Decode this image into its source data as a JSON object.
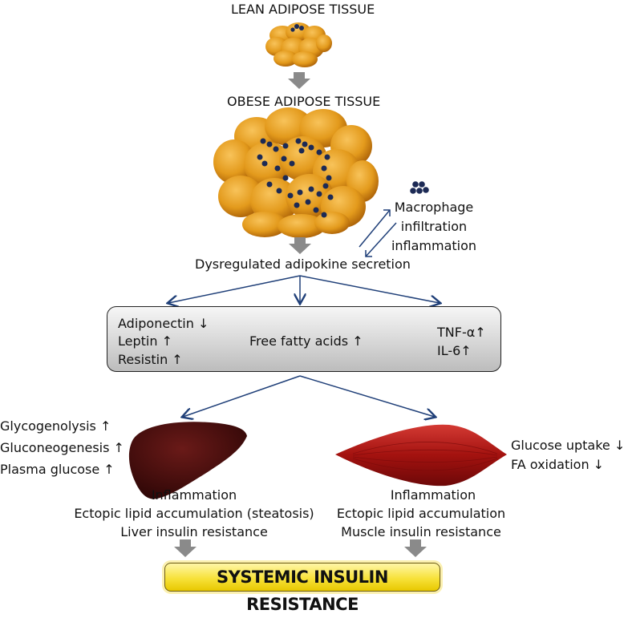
{
  "labels": {
    "lean": "LEAN ADIPOSE TISSUE",
    "obese": "OBESE ADIPOSE TISSUE",
    "macrophage": [
      "Macrophage",
      "infiltration",
      "inflammation"
    ],
    "dysregulated": "Dysregulated adipokine secretion",
    "box_left": [
      "Adiponectin ↓",
      "Leptin ↑",
      "Resistin ↑"
    ],
    "box_center": "Free fatty acids ↑",
    "box_right": [
      "TNF-α↑",
      "IL-6↑"
    ],
    "liver_effects": [
      "Glycogenolysis ↑",
      "Gluconeogenesis ↑",
      "Plasma glucose ↑"
    ],
    "liver_bottom": [
      "Inflammation",
      "Ectopic lipid accumulation (steatosis)",
      "Liver insulin resistance"
    ],
    "muscle_effects": [
      "Glucose uptake ↓",
      "FA oxidation ↓"
    ],
    "muscle_bottom": [
      "Inflammation",
      "Ectopic lipid accumulation",
      "Muscle insulin resistance"
    ],
    "final": "SYSTEMIC INSULIN RESISTANCE"
  },
  "colors": {
    "adipocyte": "#e8a020",
    "adipocyte_dark": "#b56a08",
    "macrophage": "#1c2a55",
    "arrow_blue": "#1f3f78",
    "arrow_grey": "#8a8a8a",
    "liver": "#3a0a0a",
    "muscle": "#b11a1a",
    "final_fill": "#f7e23a"
  }
}
